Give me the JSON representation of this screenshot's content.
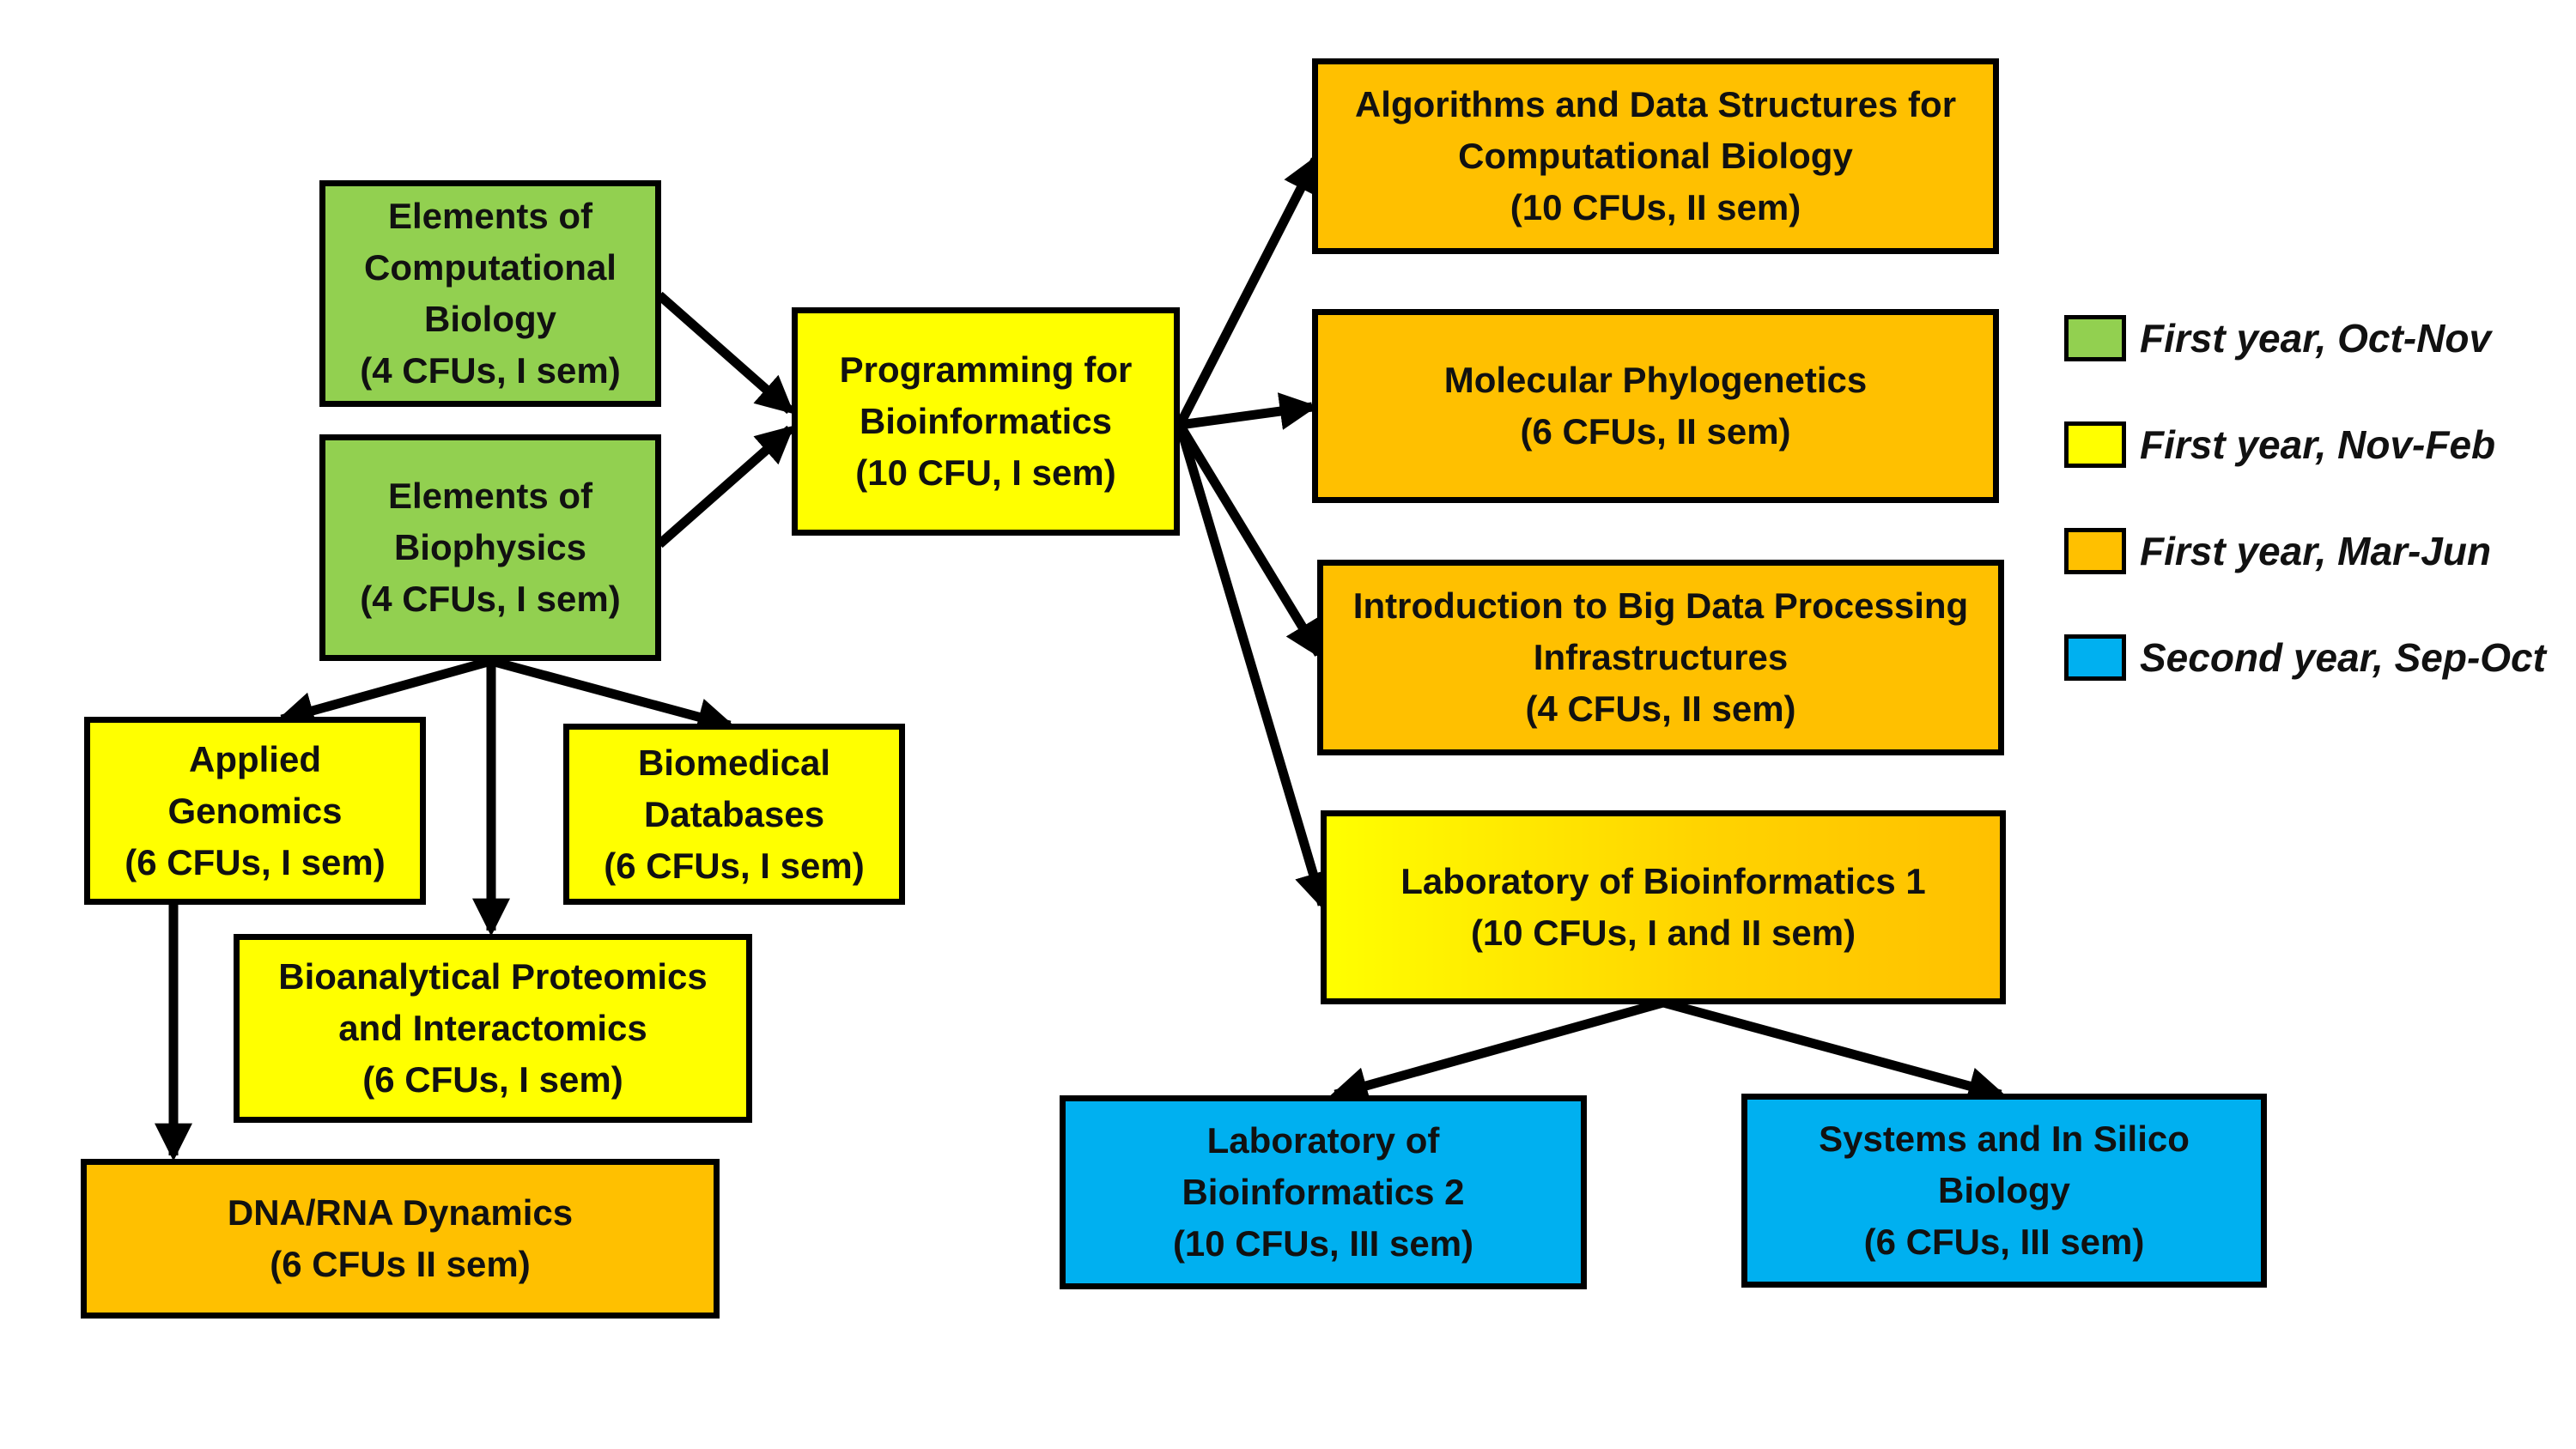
{
  "colors": {
    "green": "#92d050",
    "yellow": "#ffff00",
    "orange": "#ffc000",
    "blue": "#00b0f0",
    "border": "#000000"
  },
  "courses": {
    "elem_comp_bio": [
      "Elements of",
      "Computational",
      "Biology",
      "(4 CFUs, I sem)"
    ],
    "elem_biophysics": [
      "Elements of",
      "Biophysics",
      "(4 CFUs, I sem)"
    ],
    "programming": [
      "Programming for",
      "Bioinformatics",
      "(10 CFU, I sem)"
    ],
    "applied_genomics": [
      "Applied",
      "Genomics",
      "(6 CFUs, I sem)"
    ],
    "biomedical_db": [
      "Biomedical",
      "Databases",
      "(6 CFUs, I sem)"
    ],
    "proteomics": [
      "Bioanalytical Proteomics",
      "and Interactomics",
      "(6 CFUs, I sem)"
    ],
    "dna_rna": [
      "DNA/RNA Dynamics",
      "(6 CFUs II sem)"
    ],
    "algorithms": [
      "Algorithms and Data Structures for",
      "Computational Biology",
      "(10 CFUs, II sem)"
    ],
    "phylogenetics": [
      "Molecular Phylogenetics",
      "(6 CFUs, II sem)"
    ],
    "big_data": [
      "Introduction to Big Data Processing",
      "Infrastructures",
      "(4 CFUs, II sem)"
    ],
    "lab1": [
      "Laboratory of Bioinformatics 1",
      "(10 CFUs, I and II sem)"
    ],
    "lab2": [
      "Laboratory of",
      "Bioinformatics 2",
      "(10 CFUs, III sem)"
    ],
    "systems": [
      "Systems and In Silico",
      "Biology",
      "(6 CFUs, III sem)"
    ]
  },
  "legend": [
    {
      "color": "#92d050",
      "label": "First year, Oct-Nov"
    },
    {
      "color": "#ffff00",
      "label": "First year, Nov-Feb"
    },
    {
      "color": "#ffc000",
      "label": "First year, Mar-Jun"
    },
    {
      "color": "#00b0f0",
      "label": "Second year, Sep-Oct"
    }
  ]
}
